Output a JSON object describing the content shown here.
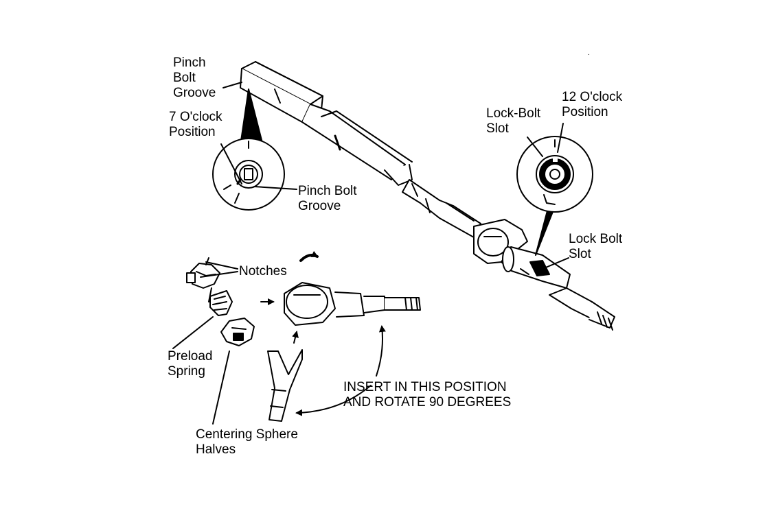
{
  "labels": {
    "pinch_bolt_groove_top": [
      "Pinch",
      "Bolt",
      "Groove"
    ],
    "seven_oclock": [
      "7 O'clock",
      "Position"
    ],
    "pinch_bolt_groove_inset": [
      "Pinch Bolt",
      "Groove"
    ],
    "lock_bolt_slot_inset": [
      "Lock-Bolt",
      "Slot"
    ],
    "twelve_oclock": [
      "12 O'clock",
      "Position"
    ],
    "lock_bolt_slot_main": [
      "Lock Bolt",
      "Slot"
    ],
    "notches": "Notches",
    "preload_spring": [
      "Preload",
      "Spring"
    ],
    "centering_sphere_halves": [
      "Centering Sphere",
      "Halves"
    ],
    "instruction": [
      "INSERT IN THIS POSITION",
      "AND ROTATE 90 DEGREES"
    ]
  },
  "colors": {
    "ink": "#000000",
    "paper": "#ffffff"
  }
}
